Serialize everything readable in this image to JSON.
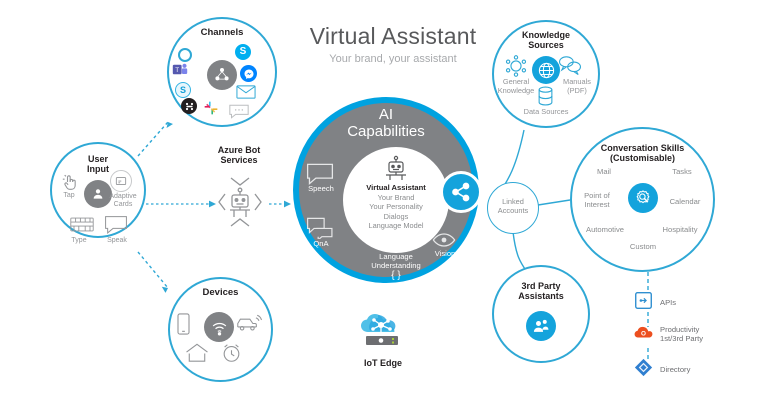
{
  "header": {
    "title": "Virtual Assistant",
    "subtitle": "Your brand, your assistant"
  },
  "user_input": {
    "title": "User\nInput",
    "title_line1": "User",
    "title_line2": "Input",
    "items": [
      {
        "label": "Tap",
        "icon": "tap-hand-icon"
      },
      {
        "label": "Adaptive\nCards",
        "label_line1": "Adaptive",
        "label_line2": "Cards",
        "icon": "adaptive-cards-icon"
      },
      {
        "label": "Type",
        "icon": "keyboard-icon"
      },
      {
        "label": "Speak",
        "icon": "speech-bubble-icon"
      }
    ],
    "center_icon": "person-icon"
  },
  "channels": {
    "title": "Channels",
    "center_icon": "channels-hub-icon",
    "items": [
      {
        "name": "cortana-icon"
      },
      {
        "name": "skype-icon"
      },
      {
        "name": "microsoft-teams-icon"
      },
      {
        "name": "facebook-messenger-icon"
      },
      {
        "name": "skype-for-business-icon"
      },
      {
        "name": "email-icon"
      },
      {
        "name": "webchat-icon"
      },
      {
        "name": "slack-icon"
      },
      {
        "name": "sms-icon"
      }
    ]
  },
  "devices": {
    "title": "Devices",
    "items": [
      {
        "name": "mobile-phone-icon"
      },
      {
        "name": "wifi-signal-icon"
      },
      {
        "name": "car-icon"
      },
      {
        "name": "home-icon"
      },
      {
        "name": "alarm-clock-icon"
      }
    ]
  },
  "azure_bot_services": {
    "title_line1": "Azure Bot",
    "title_line2": "Services",
    "icon": "bot-robot-icon"
  },
  "ai_core": {
    "ring_title_line1": "AI",
    "ring_title_line2": "Capabilities",
    "ring_items": [
      {
        "label": "Speech",
        "icon": "speech-bubble-icon"
      },
      {
        "label": "QnA",
        "icon": "qna-bubbles-icon"
      },
      {
        "label_line1": "Language",
        "label_line2": "Understanding",
        "label_line3": "{ }",
        "icon": "braces-icon"
      },
      {
        "label": "Vision",
        "icon": "eye-icon"
      }
    ],
    "inner": {
      "heading": "Virtual Assistant",
      "lines": [
        "Your Brand",
        "Your Personality",
        "Dialogs",
        "Language Model"
      ],
      "icon": "robot-head-icon"
    }
  },
  "linked_accounts": {
    "label_line1": "Linked",
    "label_line2": "Accounts",
    "node_icon": "share-nodes-icon"
  },
  "knowledge_sources": {
    "title_line1": "Knowledge",
    "title_line2": "Sources",
    "center_icon": "globe-icon",
    "items": [
      {
        "label_line1": "General",
        "label_line2": "Knowledge",
        "icon": "gear-network-icon"
      },
      {
        "label_line1": "Manuals",
        "label_line2": "(PDF)",
        "icon": "chat-bubbles-icon"
      },
      {
        "label": "Data Sources",
        "icon": "database-icon"
      }
    ]
  },
  "conversation_skills": {
    "title_line1": "Conversation Skills",
    "title_line2": "(Customisable)",
    "center_icon": "gear-search-icon",
    "items": [
      {
        "label": "Mail"
      },
      {
        "label": "Tasks"
      },
      {
        "label_line1": "Point of",
        "label_line2": "Interest"
      },
      {
        "label": "Calendar"
      },
      {
        "label": "Automotive"
      },
      {
        "label": "Hospitality"
      },
      {
        "label": "Custom"
      }
    ]
  },
  "third_party_assistants": {
    "title_line1": "3rd Party",
    "title_line2": "Assistants",
    "icon": "people-group-icon"
  },
  "iot_edge": {
    "label": "IoT Edge",
    "icon": "iot-edge-cloud-server-icon"
  },
  "integrations": [
    {
      "label": "APIs",
      "label_line2": "",
      "icon": "api-icon"
    },
    {
      "label_line1": "Productivity",
      "label_line2": "1st/3rd Party",
      "icon": "office-cloud-icon"
    },
    {
      "label": "Directory",
      "icon": "azure-active-directory-icon"
    }
  ],
  "colors": {
    "accent_blue": "#00a2e0",
    "outline_blue": "#2fa8d5",
    "node_blue": "#14a3dc",
    "gray_ring": "#808285",
    "text_gray": "#6d6e71",
    "dark_text": "#231f20",
    "orange": "#eb3c00"
  }
}
